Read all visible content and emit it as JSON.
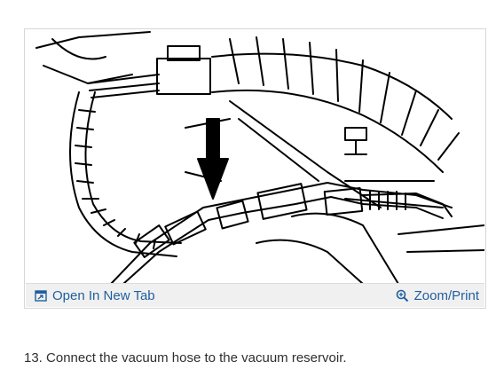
{
  "figure": {
    "illustration_icon": "vacuum-hose-diagram",
    "toolbar": {
      "open_new_tab_label": "Open In New Tab",
      "open_new_tab_icon": "open-new-tab-icon",
      "zoom_print_label": "Zoom/Print",
      "zoom_print_icon": "magnifier-icon"
    },
    "colors": {
      "link": "#1f5f9e",
      "toolbar_bg": "#f0f0f0"
    }
  },
  "step": {
    "text": "13. Connect the vacuum hose to the vacuum reservoir."
  }
}
